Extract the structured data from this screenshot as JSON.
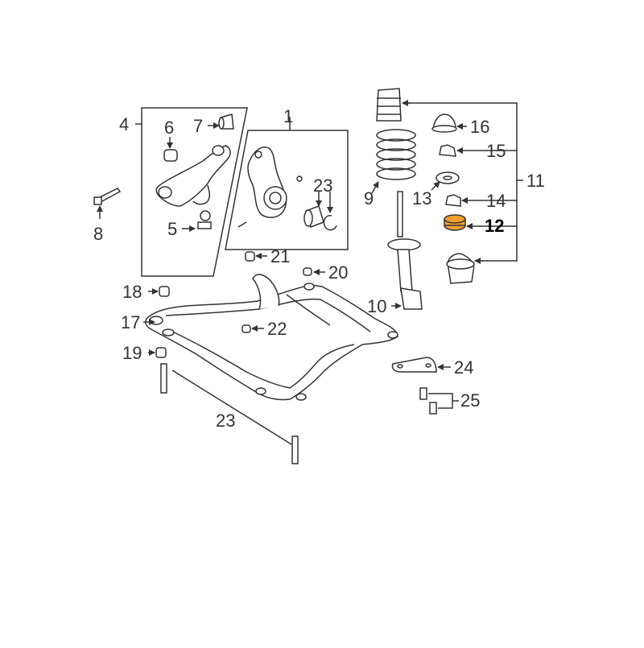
{
  "diagram": {
    "highlight_color": "#f0a030",
    "line_color": "#333333",
    "labels": {
      "p1": "1",
      "p4": "4",
      "p5": "5",
      "p6": "6",
      "p7": "7",
      "p8": "8",
      "p9": "9",
      "p10": "10",
      "p11": "11",
      "p12": "12",
      "p13": "13",
      "p14": "14",
      "p15": "15",
      "p16": "16",
      "p17": "17",
      "p18": "18",
      "p19": "19",
      "p20": "20",
      "p21": "21",
      "p22": "22",
      "p23a": "23",
      "p23b": "23",
      "p24": "24",
      "p25": "25"
    }
  }
}
